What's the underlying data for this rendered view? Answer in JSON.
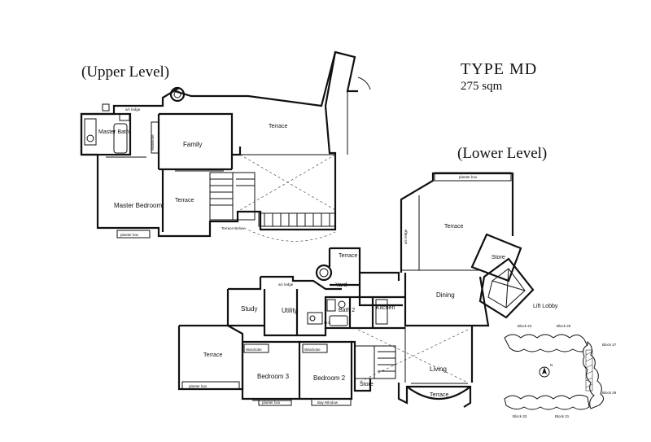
{
  "titles": {
    "upper_level": "(Upper Level)",
    "lower_level": "(Lower Level)",
    "unit_type": "TYPE MD",
    "area": "275 sqm"
  },
  "upper_rooms": {
    "master_bath": "Master Bath",
    "family": "Family",
    "terrace_main": "Terrace",
    "master_bedroom": "Master Bedroom",
    "terrace_inner": "Terrace",
    "terrace_below": "Terrace Below",
    "planter_box": "planter box",
    "ac_ledge": "a/c ledge",
    "wardrobe": "Wardrobe"
  },
  "lower_rooms": {
    "terrace_top": "Terrace",
    "planter_box_top": "planter box",
    "ac_ledge_side": "a/c ledge",
    "store_top": "Store",
    "lift_lobby": "Lift Lobby",
    "terrace_yard": "Terrace",
    "yard": "Yard",
    "ac_ledge": "a/c ledge",
    "dining": "Dining",
    "study": "Study",
    "utility": "Utility",
    "bath2": "Bath 2",
    "kitchen": "Kitchen",
    "wc": "W.C",
    "terrace_left": "Terrace",
    "wardrobe_left": "Wardrobe",
    "wardrobe_right": "Wardrobe",
    "bedroom3": "Bedroom 3",
    "bedroom2": "Bedroom 2",
    "store_bottom": "Store",
    "living": "Living",
    "terrace_bottom": "Terrace",
    "planter_box_left": "planter box",
    "planter_box_bottom": "planter box",
    "bay_window": "Bay Window"
  },
  "site_plan": {
    "blocks": [
      "Block 23",
      "Block 25",
      "Block 27",
      "Block 29",
      "Block 31",
      "Block 33"
    ],
    "north": "N"
  }
}
